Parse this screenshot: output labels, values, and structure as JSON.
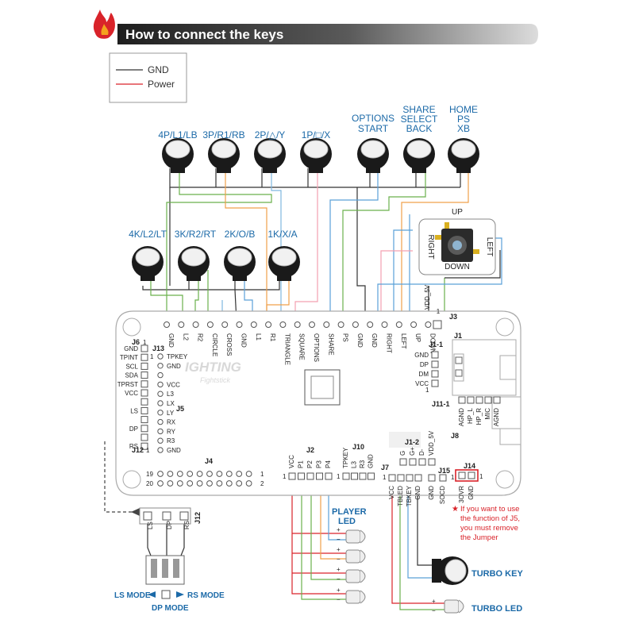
{
  "header": {
    "title": "How to connect the keys"
  },
  "legend": {
    "gnd": "GND",
    "power": "Power",
    "gnd_color": "#333333",
    "power_color": "#d9232a"
  },
  "colors": {
    "accent": "#1c6aa8",
    "header_bg": "#2a2a2a",
    "flame": "#d9232a"
  },
  "buttons": {
    "b4p": "4P/L1/LB",
    "b3p": "3P/R1/RB",
    "b2p": "2P/△/Y",
    "b1p": "1P/□/X",
    "options1": "OPTIONS",
    "options2": "START",
    "share1": "SHARE",
    "share2": "SELECT",
    "share3": "BACK",
    "home1": "HOME",
    "home2": "PS",
    "home3": "XB",
    "b4k": "4K/L2/LT",
    "b3k": "3K/R2/RT",
    "b2k": "2K/O/B",
    "b1k": "1K/X/A"
  },
  "joystick": {
    "up": "UP",
    "down": "DOWN",
    "left": "LEFT",
    "right": "RIGHT"
  },
  "top_pins": [
    "GND",
    "L2",
    "R2",
    "CIRCLE",
    "CROSS",
    "GND",
    "L1",
    "R1",
    "TRIANGLE",
    "SQUARE",
    "OPTIONS",
    "SHARE",
    "PS",
    "GND",
    "GND",
    "RIGHT",
    "LEFT",
    "UP",
    "DOWN"
  ],
  "vdd_label": "VDD_5V",
  "connectors": {
    "j3": "J3",
    "j1": "J1",
    "j1_1": "J1-1",
    "j6": "J6",
    "j13": "J13",
    "j5": "J5",
    "j12": "J12",
    "j4": "J4",
    "j2": "J2",
    "j10": "J10",
    "j1_2": "J1-2",
    "j7": "J7",
    "j15": "J15",
    "j14": "J14",
    "j11_1": "J11-1",
    "j8": "J8"
  },
  "j1_1_pins": [
    "GND",
    "DP",
    "DM",
    "VCC"
  ],
  "j6_pins": [
    "GND",
    "TPINT",
    "SCL",
    "SDA",
    "TPRST",
    "VCC",
    "",
    "LS",
    "",
    "DP",
    "",
    "RS"
  ],
  "j13_pins": [
    "TPKEY",
    "GND",
    "",
    "VCC",
    "L3",
    "LX",
    "LY",
    "RX",
    "RY",
    "R3",
    "GND"
  ],
  "j11_pins": [
    "AGND",
    "HP_L",
    "HP_R",
    "MIC",
    "AGND"
  ],
  "j2_pins": [
    "VCC",
    "P1",
    "P2",
    "P3",
    "P4"
  ],
  "j10_pins": [
    "TPKEY",
    "L3",
    "R3",
    "GND"
  ],
  "j1_2_pins": [
    "G",
    "G+",
    "D-",
    "VDD_5V"
  ],
  "j7_pins": [
    "VCC",
    "TBLED",
    "TBKEY",
    "GND"
  ],
  "j15_pins": [
    "GND",
    "SOCD"
  ],
  "j14_pins": [
    "3OVR",
    "GND"
  ],
  "j4_nums": {
    "tl": "19",
    "bl": "20",
    "tr": "1",
    "br": "2"
  },
  "pin_ones": {
    "j3_1": "1",
    "j6_1": "1",
    "j13_1": "1",
    "j12_1": "1",
    "j2_1": "1",
    "j10_1": "1",
    "j7_1": "1",
    "j15_1": "1",
    "j14_1": "1",
    "j1_1_1": "1"
  },
  "board_logo": {
    "line1": "IGHTING",
    "line2": "Fightstick"
  },
  "jumper_note": {
    "line1": "If you want to use",
    "line2": "the function of J5,",
    "line3": "you must remove",
    "line4": "the Jumper"
  },
  "player_led": {
    "line1": "PLAYER",
    "line2": "LED"
  },
  "turbo_key": "TURBO KEY",
  "turbo_led": "TURBO LED",
  "mode_switch": {
    "ls_mode": "LS MODE",
    "rs_mode": "RS MODE",
    "dp_mode": "DP MODE",
    "ls": "LS",
    "dp": "DP",
    "rs": "RS",
    "j12": "J12"
  },
  "polarity": {
    "plus": "+",
    "minus": "−"
  }
}
